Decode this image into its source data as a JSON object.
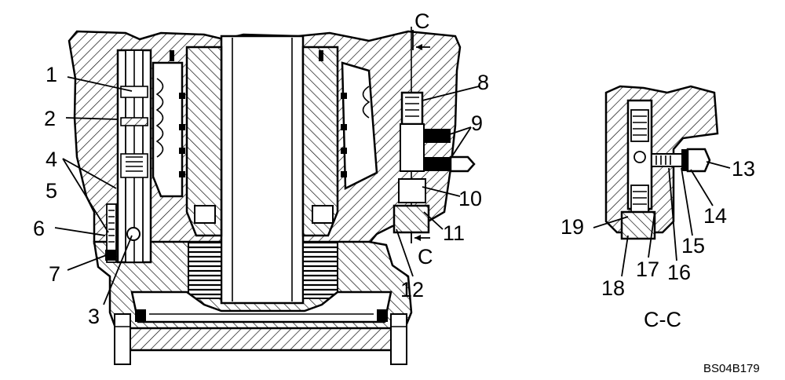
{
  "main_view": {
    "callouts": [
      "1",
      "2",
      "3",
      "4",
      "5",
      "6",
      "7",
      "8",
      "9",
      "10",
      "11",
      "12"
    ],
    "section_marks": [
      "C",
      "C"
    ]
  },
  "detail_view": {
    "callouts": [
      "13",
      "14",
      "15",
      "16",
      "17",
      "18",
      "19"
    ],
    "title": "C-C"
  },
  "figure_code": "BS04B179"
}
